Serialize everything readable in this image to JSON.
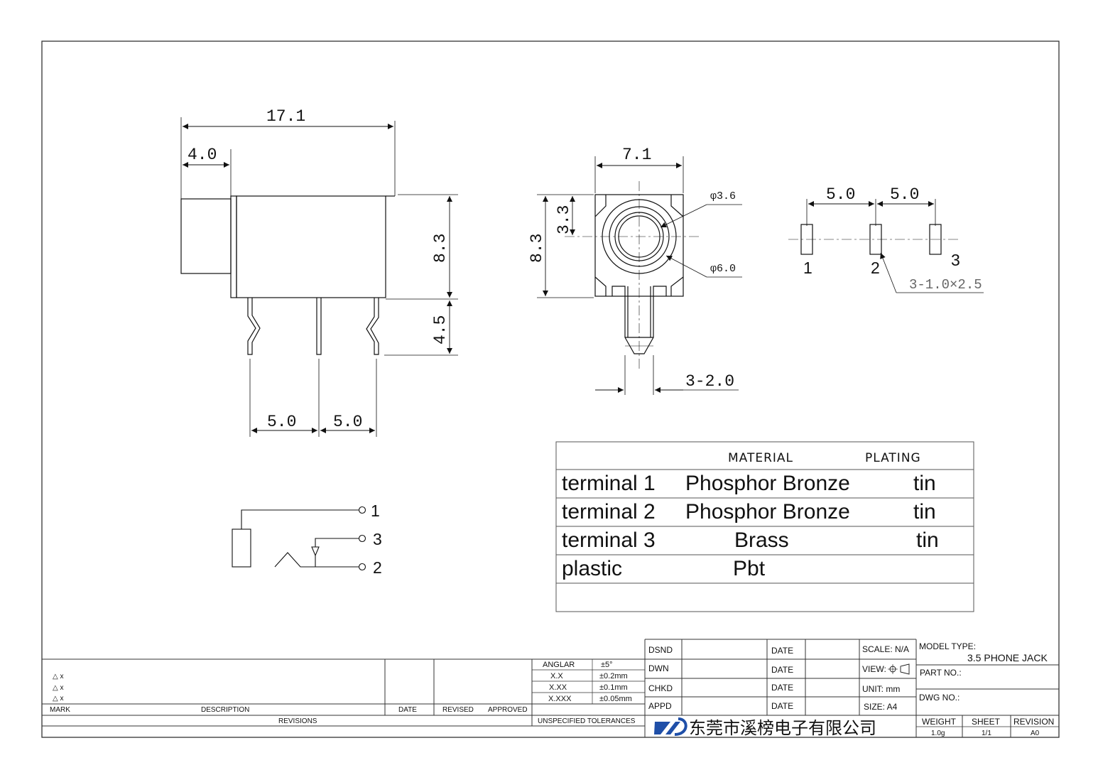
{
  "dimensions": {
    "overall_length": "17.1",
    "front_length": "4.0",
    "body_height": "8.3",
    "pin_height": "4.5",
    "pin_pitch_1": "5.0",
    "pin_pitch_2": "5.0",
    "front_width": "7.1",
    "front_height": "8.3",
    "hole_offset": "3.3",
    "hole_inner": "φ3.6",
    "hole_outer": "φ6.0",
    "pin_width": "3-2.0",
    "pcb_pitch_1": "5.0",
    "pcb_pitch_2": "5.0",
    "pad_size": "3-1.0×2.5"
  },
  "pcb_pins": [
    "1",
    "2",
    "3"
  ],
  "schematic_pins": [
    "1",
    "3",
    "2"
  ],
  "materials": {
    "header_material": "MATERIAL",
    "header_plating": "PLATING",
    "rows": [
      {
        "part": "terminal 1",
        "material": "Phosphor Bronze",
        "plating": "tin"
      },
      {
        "part": "terminal 2",
        "material": "Phosphor Bronze",
        "plating": "tin"
      },
      {
        "part": "terminal 3",
        "material": "Brass",
        "plating": "tin"
      },
      {
        "part": "plastic",
        "material": "Pbt",
        "plating": ""
      }
    ]
  },
  "revisions": {
    "rows": [
      "△ x",
      "△ x",
      "△ x"
    ],
    "col_mark": "MARK",
    "col_description": "DESCRIPTION",
    "col_date": "DATE",
    "col_revised": "REVISED",
    "col_approved": "APPROVED",
    "title": "REVISIONS"
  },
  "tolerances": {
    "title": "UNSPECIFIED TOLERANCES",
    "rows": [
      {
        "label": "ANGLAR",
        "value": "±5°"
      },
      {
        "label": "X.X",
        "value": "±0.2mm"
      },
      {
        "label": "X.XX",
        "value": "±0.1mm"
      },
      {
        "label": "X.XXX",
        "value": "±0.05mm"
      }
    ]
  },
  "approvals": {
    "rows": [
      "DSND",
      "DWN",
      "CHKD",
      "APPD"
    ],
    "date_label": "DATE",
    "scale": "SCALE: N/A",
    "view": "VIEW:",
    "unit": "UNIT: mm",
    "size": "SIZE: A4"
  },
  "title_block": {
    "model_type_label": "MODEL TYPE:",
    "model_type": "3.5 PHONE JACK",
    "part_no_label": "PART NO.:",
    "dwg_no_label": "DWG NO.:",
    "weight_label": "WEIGHT",
    "weight": "1.0g",
    "sheet_label": "SHEET",
    "sheet": "1/1",
    "revision_label": "REVISION",
    "revision": "A0",
    "company": "东莞市溪榜电子有限公司"
  }
}
